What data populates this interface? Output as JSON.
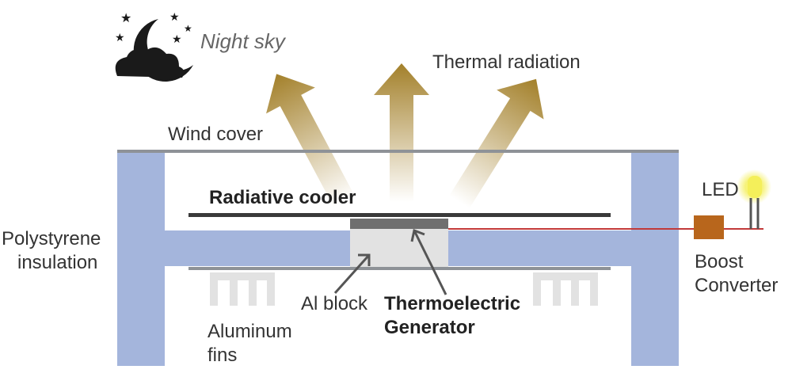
{
  "labels": {
    "night_sky": "Night sky",
    "thermal_radiation": "Thermal radiation",
    "wind_cover": "Wind cover",
    "radiative_cooler": "Radiative cooler",
    "led": "LED",
    "polystyrene_line1": "Polystyrene",
    "polystyrene_line2": "insulation",
    "boost_line1": "Boost",
    "boost_line2": "Converter",
    "al_block": "Al block",
    "teg_line1": "Thermoelectric",
    "teg_line2": "Generator",
    "fins_line1": "Aluminum",
    "fins_line2": "fins"
  },
  "colors": {
    "insulation": "#a4b5dc",
    "cover": "#8e9297",
    "cooler": "#3a3a3a",
    "al_block": "#e2e2e2",
    "teg": "#6f6f6f",
    "fins": "#e2e2e2",
    "arrow": "#a3802a",
    "wire": "#c23a3a",
    "boost": "#b8661c",
    "led_glow": "#f4ef5a",
    "icon": "#1a1a1a"
  }
}
